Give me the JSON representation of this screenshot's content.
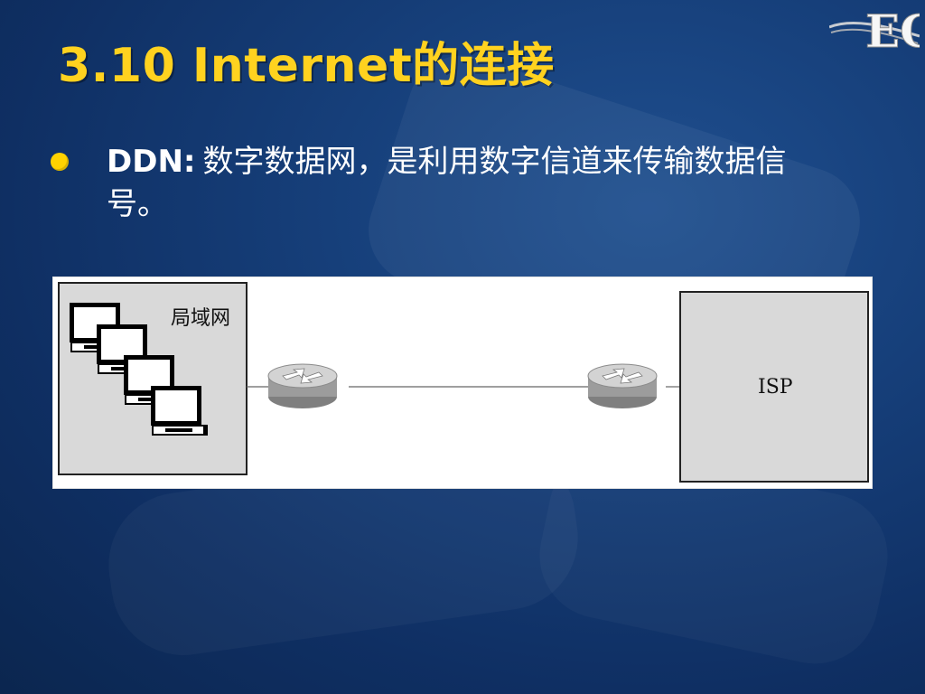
{
  "slide": {
    "title": "3.10 Internet的连接",
    "bullets": [
      {
        "term": "DDN:",
        "text": "数字数据网，是利用数字信道来传输数据信号。"
      }
    ],
    "logo_text": "EC"
  },
  "diagram": {
    "lan_label": "局域网",
    "isp_label": "ISP",
    "computer_icon": "computer-icon",
    "router_icon": "router-icon"
  },
  "colors": {
    "title": "#ffd21f",
    "bullet": "#ffd200",
    "text": "#ffffff",
    "panel": "#ffffff",
    "box": "#d9d9d9"
  }
}
